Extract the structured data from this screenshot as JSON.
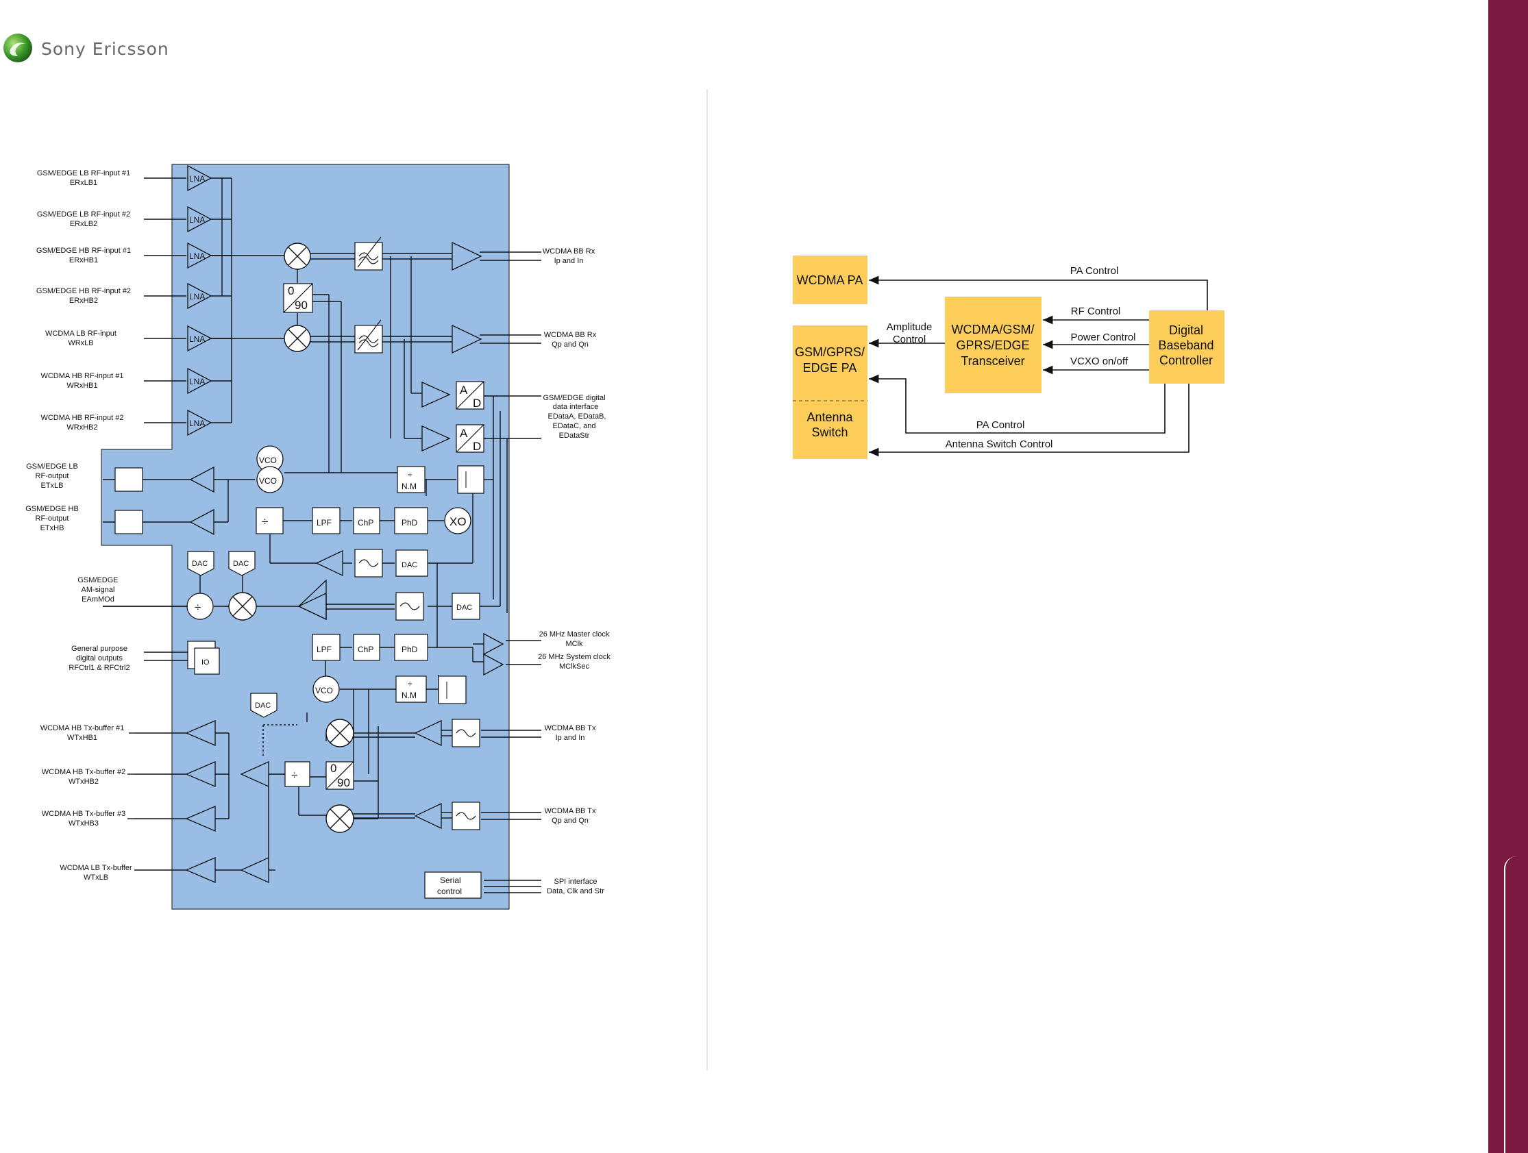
{
  "header": {
    "brand": "Sony Ericsson"
  },
  "colors": {
    "panel": "#99bde5",
    "block": "#fccd59",
    "brand_bar": "#7b1941"
  },
  "rf_diagram": {
    "inputs": [
      {
        "name": "GSM/EDGE LB RF-input #1",
        "pin": "ERxLB1"
      },
      {
        "name": "GSM/EDGE LB RF-input #2",
        "pin": "ERxLB2"
      },
      {
        "name": "GSM/EDGE HB RF-input #1",
        "pin": "ERxHB1"
      },
      {
        "name": "GSM/EDGE HB RF-input #2",
        "pin": "ERxHB2"
      },
      {
        "name": "WCDMA LB RF-input",
        "pin": "WRxLB"
      },
      {
        "name": "WCDMA HB RF-input #1",
        "pin": "WRxHB1"
      },
      {
        "name": "WCDMA HB RF-input #2",
        "pin": "WRxHB2"
      }
    ],
    "lna_label": "LNA",
    "gsm_lb_out": [
      "GSM/EDGE LB",
      "RF-output",
      "ETxLB"
    ],
    "gsm_hb_out": [
      "GSM/EDGE HB",
      "RF-output",
      "ETxHB"
    ],
    "am_signal": [
      "GSM/EDGE",
      "AM-signal",
      "EAmMOd"
    ],
    "gpio": [
      "General purpose",
      "digital outputs",
      "RFCtrl1 & RFCtrl2"
    ],
    "tx_buffers": [
      {
        "name": "WCDMA HB Tx-buffer #1",
        "pin": "WTxHB1"
      },
      {
        "name": "WCDMA HB Tx-buffer #2",
        "pin": "WTxHB2"
      },
      {
        "name": "WCDMA HB Tx-buffer #3",
        "pin": "WTxHB3"
      },
      {
        "name": "WCDMA LB Tx-buffer",
        "pin": "WTxLB"
      }
    ],
    "right_labels": {
      "bb_rx_ip": [
        "WCDMA BB Rx",
        "Ip and In"
      ],
      "bb_rx_qp": [
        "WCDMA BB Rx",
        "Qp and Qn"
      ],
      "digital_if": [
        "GSM/EDGE digital",
        "data interface",
        "EDataA, EDataB,",
        "EDataC, and",
        "EDataStr"
      ],
      "master_clk": [
        "26 MHz Master clock",
        "MClk"
      ],
      "system_clk": [
        "26 MHz System clock",
        "MClkSec"
      ],
      "bb_tx_ip": [
        "WCDMA BB Tx",
        "Ip and In"
      ],
      "bb_tx_qp": [
        "WCDMA BB Tx",
        "Qp and Qn"
      ],
      "spi": [
        "SPI interface",
        "Data, Clk and Str"
      ]
    },
    "blocks": {
      "vco": "VCO",
      "lpf": "LPF",
      "chp": "ChP",
      "phd": "PhD",
      "xo": "XO",
      "dac": "DAC",
      "io": "IO",
      "nm_top": "÷",
      "nm_bot": "N.M",
      "ad_a": "A",
      "ad_d": "D",
      "ph_0": "0",
      "ph_90": "90",
      "serial": [
        "Serial",
        "control"
      ]
    }
  },
  "system_diagram": {
    "wcdma_pa": "WCDMA PA",
    "gsm_pa": [
      "GSM/GPRS/",
      "EDGE PA"
    ],
    "antenna_switch": [
      "Antenna",
      "Switch"
    ],
    "transceiver": [
      "WCDMA/GSM/",
      "GPRS/EDGE",
      "Transceiver"
    ],
    "baseband": [
      "Digital",
      "Baseband",
      "Controller"
    ],
    "signals": {
      "pa_control_top": "PA Control",
      "amplitude": [
        "Amplitude",
        "Control"
      ],
      "rf_control": "RF Control",
      "power_control": "Power Control",
      "vcxo": "VCXO on/off",
      "pa_control_bottom": "PA Control",
      "antenna_switch_control": "Antenna Switch Control"
    }
  }
}
